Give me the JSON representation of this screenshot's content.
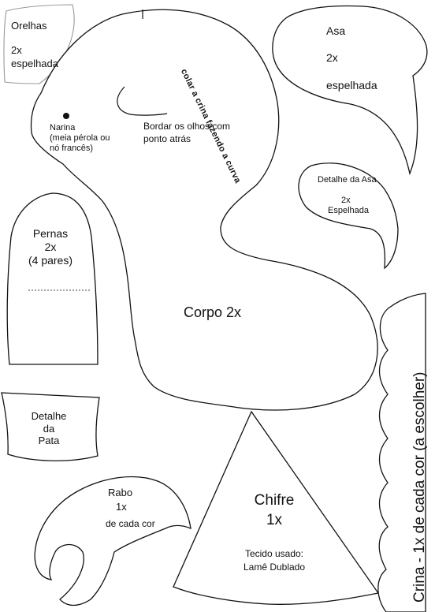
{
  "orelhas": {
    "title": "Orelhas",
    "line1": "2x",
    "line2": "espelhada"
  },
  "corpo": {
    "curve_note": "colar a crina fazendo a curva",
    "narina_1": "Narina",
    "narina_2": "(meia pérola ou",
    "narina_3": "nó francês)",
    "olhos_1": "Bordar os olhos com",
    "olhos_2": "ponto atrás",
    "label": "Corpo 2x"
  },
  "asa": {
    "title": "Asa",
    "line1": "2x",
    "line2": "espelhada"
  },
  "detalhe_asa": {
    "title": "Detalhe da Asa",
    "line1": "2x",
    "line2": "Espelhada"
  },
  "pernas": {
    "title": "Pernas",
    "line1": "2x",
    "line2": "(4 pares)"
  },
  "pata": {
    "line1": "Detalhe",
    "line2": "da",
    "line3": "Pata"
  },
  "rabo": {
    "title": "Rabo",
    "line1": "1x",
    "line2": "de cada cor"
  },
  "chifre": {
    "title": "Chifre",
    "line1": "1x",
    "line2": "Tecido usado:",
    "line3": "Lamê Dublado"
  },
  "crina": {
    "label": "Crina - 1x de cada cor (a escolher)"
  },
  "colors": {
    "outline": "#111111",
    "paper": "#ffffff"
  }
}
